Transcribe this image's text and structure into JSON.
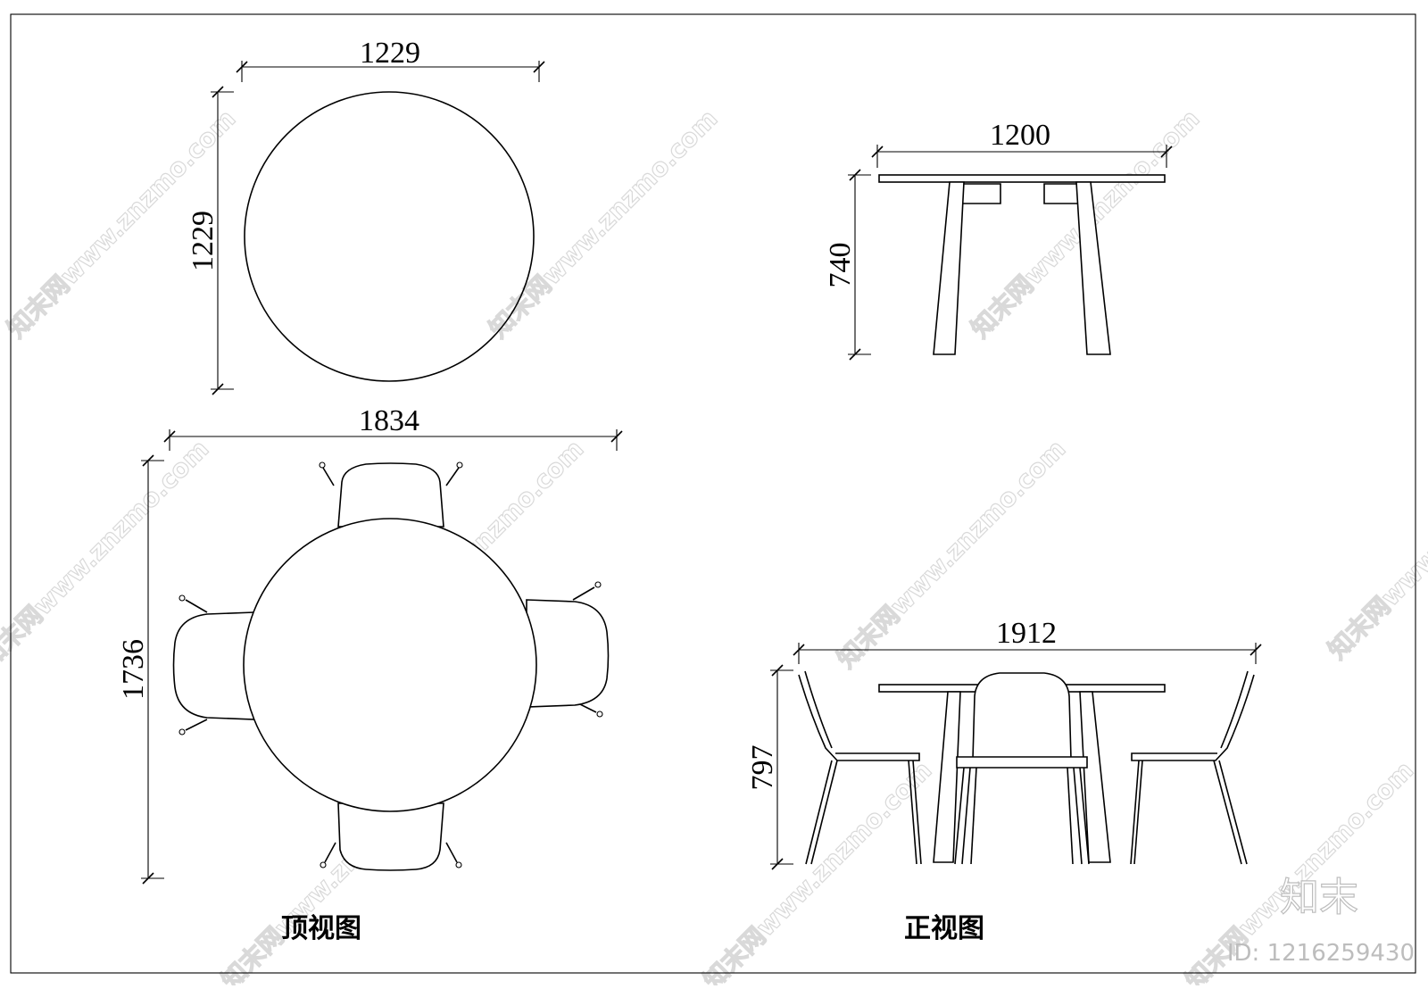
{
  "watermark": "知末网www.znzmo.com",
  "brand": "知末",
  "id_label": "ID: 1216259430",
  "top_table": {
    "width_label": "1229",
    "depth_label": "1229"
  },
  "front_table": {
    "width_label": "1200",
    "height_label": "740"
  },
  "top_set": {
    "width_label": "1834",
    "depth_label": "1736",
    "caption": "顶视图"
  },
  "front_set": {
    "width_label": "1912",
    "height_label": "797",
    "caption": "正视图"
  }
}
